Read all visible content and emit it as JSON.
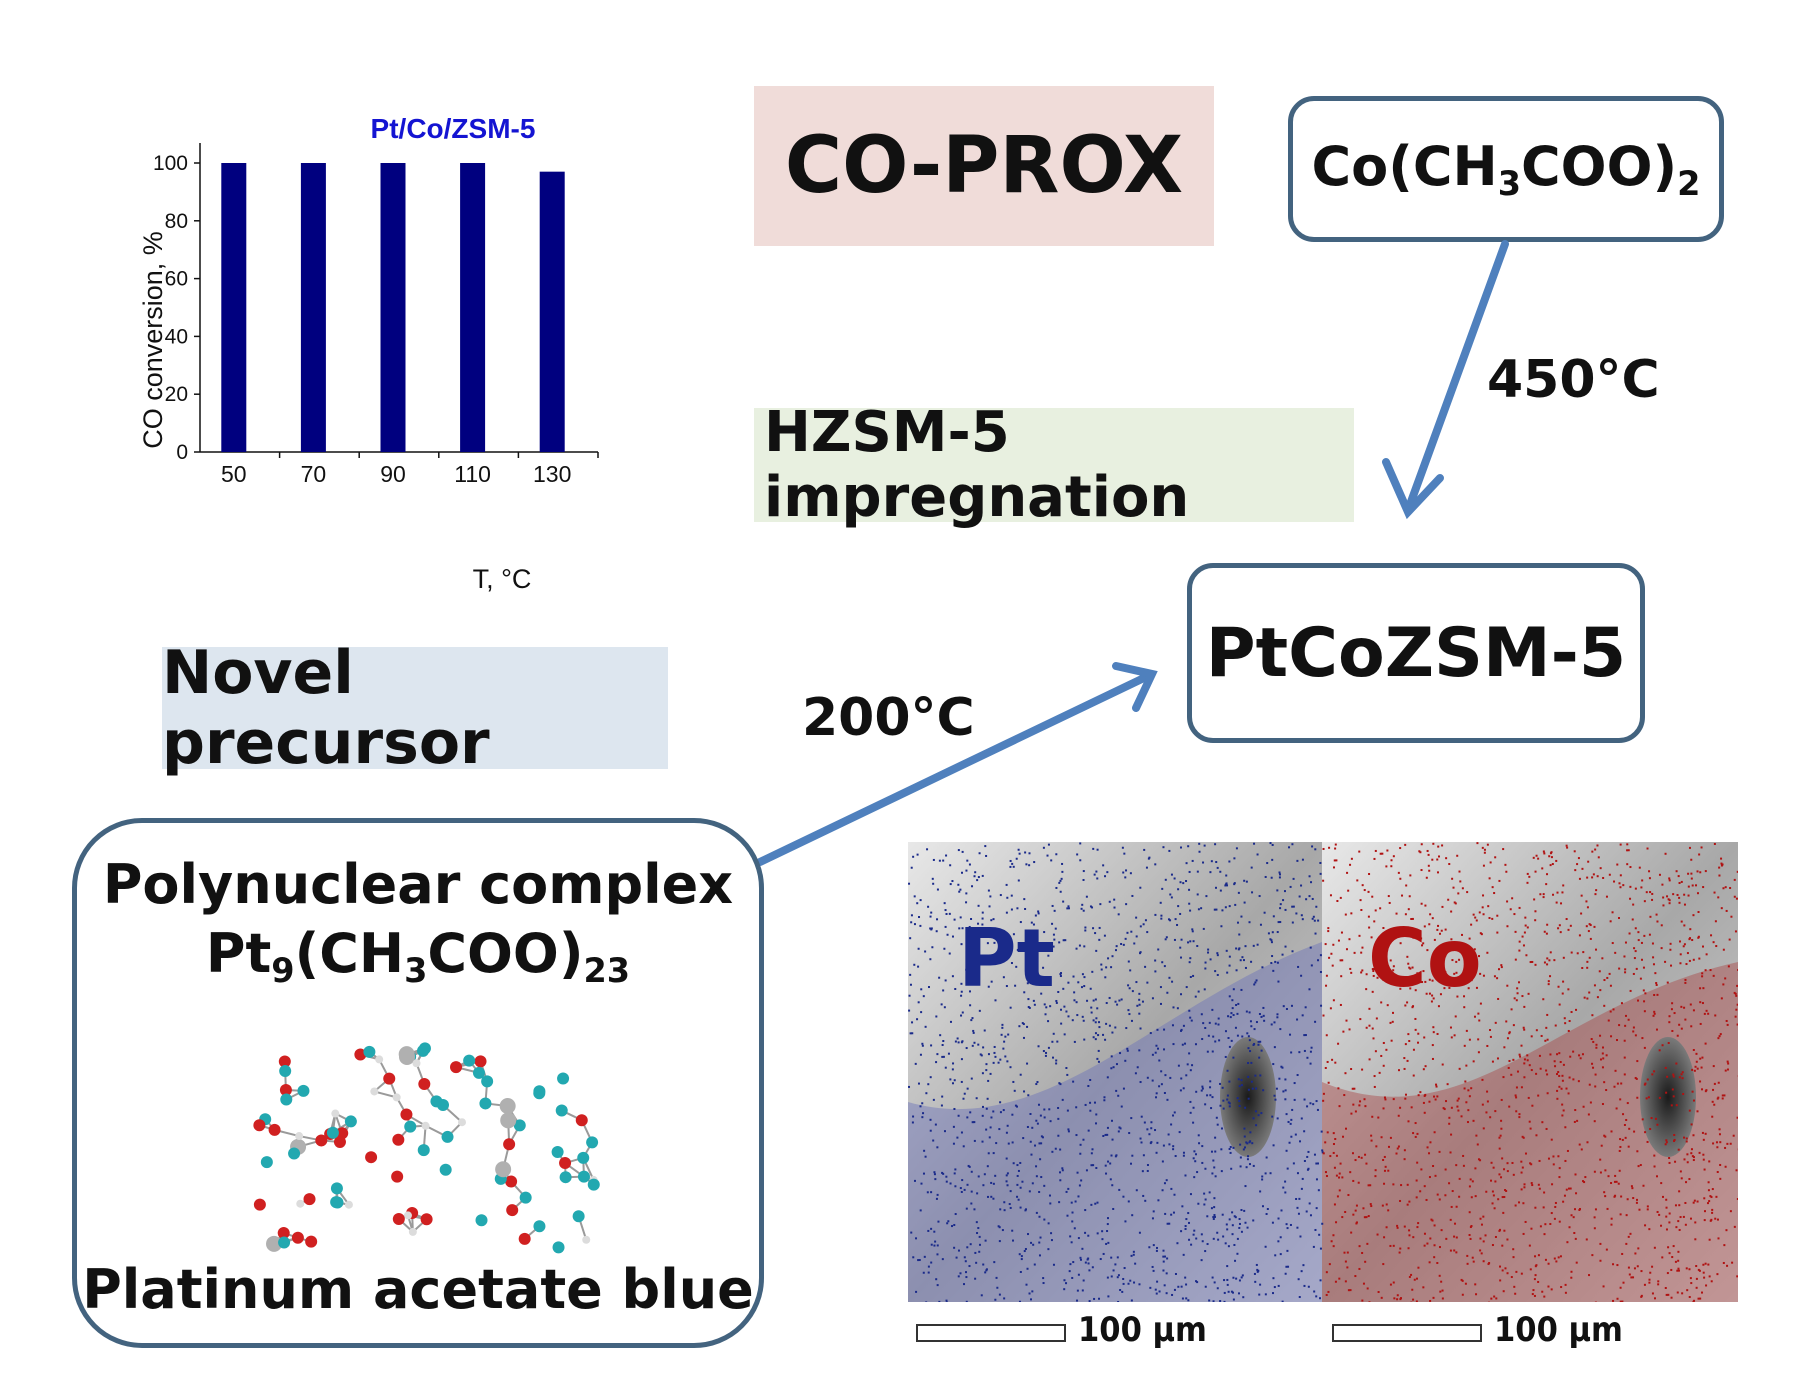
{
  "labels": {
    "co_prox": "CO-PROX",
    "hzsm": "HZSM-5 impregnation",
    "novel": "Novel precursor",
    "temp450": "450°C",
    "temp200": "200°C",
    "ptcozsm": "PtCoZSM-5"
  },
  "co_acetate": {
    "pre": "Co(CH",
    "sub1": "3",
    "mid": "COO)",
    "sub2": "2"
  },
  "complex": {
    "line1": "Polynuclear complex",
    "formula": {
      "pre": "Pt",
      "sub1": "9",
      "mid": "(CH",
      "sub2": "3",
      "post": "COO)",
      "sub3": "23"
    },
    "line3": "Platinum acetate blue"
  },
  "sem": {
    "pt_label": "Pt",
    "co_label": "Co",
    "scale_left": "100 µm",
    "scale_right": "100 µm",
    "pt_color": "#1a2a8a",
    "co_color": "#b01212"
  },
  "colors": {
    "arrow": "#4f80bd",
    "bar": "#00007f",
    "title": "#1414d2"
  },
  "chart_data": {
    "type": "bar",
    "title": "Pt/Co/ZSM-5",
    "xlabel": "T, °C",
    "ylabel": "CO conversion, %",
    "categories": [
      "50",
      "70",
      "90",
      "110",
      "130"
    ],
    "values": [
      100,
      100,
      100,
      100,
      97
    ],
    "ylim": [
      0,
      100
    ],
    "yticks": [
      "0",
      "20",
      "40",
      "60",
      "80",
      "100"
    ],
    "grid": false,
    "legend": "none"
  }
}
